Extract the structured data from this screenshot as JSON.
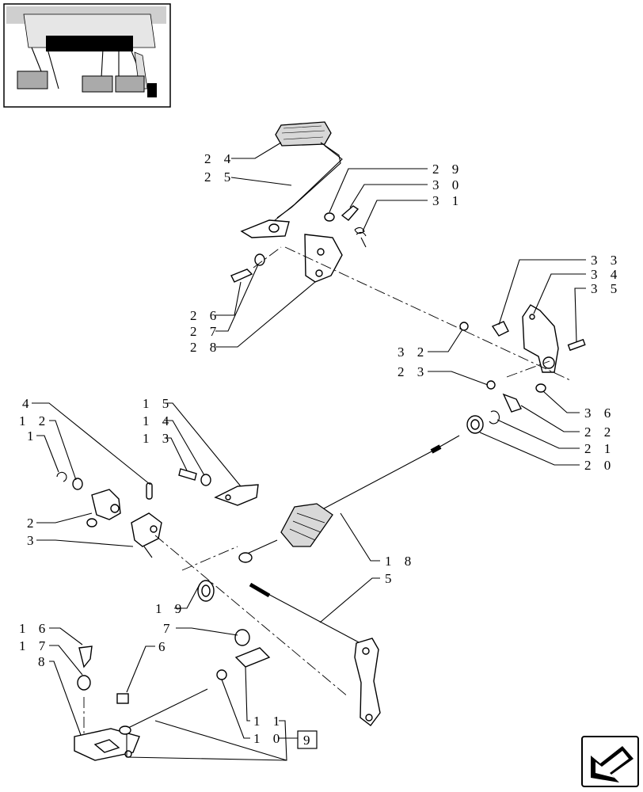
{
  "callouts": [
    {
      "id": "c24",
      "text": "2 4"
    },
    {
      "id": "c25",
      "text": "2 5"
    },
    {
      "id": "c29",
      "text": "2 9"
    },
    {
      "id": "c30",
      "text": "3 0"
    },
    {
      "id": "c31",
      "text": "3 1"
    },
    {
      "id": "c26",
      "text": "2 6"
    },
    {
      "id": "c27",
      "text": "2 7"
    },
    {
      "id": "c28",
      "text": "2 8"
    },
    {
      "id": "c33",
      "text": "3 3"
    },
    {
      "id": "c34",
      "text": "3 4"
    },
    {
      "id": "c35",
      "text": "3 5"
    },
    {
      "id": "c32",
      "text": "3 2"
    },
    {
      "id": "c23",
      "text": "2 3"
    },
    {
      "id": "c36",
      "text": "3 6"
    },
    {
      "id": "c22",
      "text": "2 2"
    },
    {
      "id": "c21",
      "text": "2 1"
    },
    {
      "id": "c20",
      "text": "2 0"
    },
    {
      "id": "c4",
      "text": "4"
    },
    {
      "id": "c12",
      "text": "1 2"
    },
    {
      "id": "c1",
      "text": "1"
    },
    {
      "id": "c15",
      "text": "1 5"
    },
    {
      "id": "c14",
      "text": "1 4"
    },
    {
      "id": "c13",
      "text": "1 3"
    },
    {
      "id": "c2",
      "text": "2"
    },
    {
      "id": "c3",
      "text": "3"
    },
    {
      "id": "c18",
      "text": "1 8"
    },
    {
      "id": "c5",
      "text": "5"
    },
    {
      "id": "c19",
      "text": "1 9"
    },
    {
      "id": "c16",
      "text": "1 6"
    },
    {
      "id": "c17",
      "text": "1 7"
    },
    {
      "id": "c8",
      "text": "8"
    },
    {
      "id": "c7",
      "text": "7"
    },
    {
      "id": "c6",
      "text": "6"
    },
    {
      "id": "c11",
      "text": "1 1"
    },
    {
      "id": "c10",
      "text": "1 0"
    },
    {
      "id": "c9box",
      "text": "9"
    }
  ],
  "icons": {
    "thumbnail": "pedal-location-thumbnail",
    "nav": "previous-page-arrow-icon"
  }
}
